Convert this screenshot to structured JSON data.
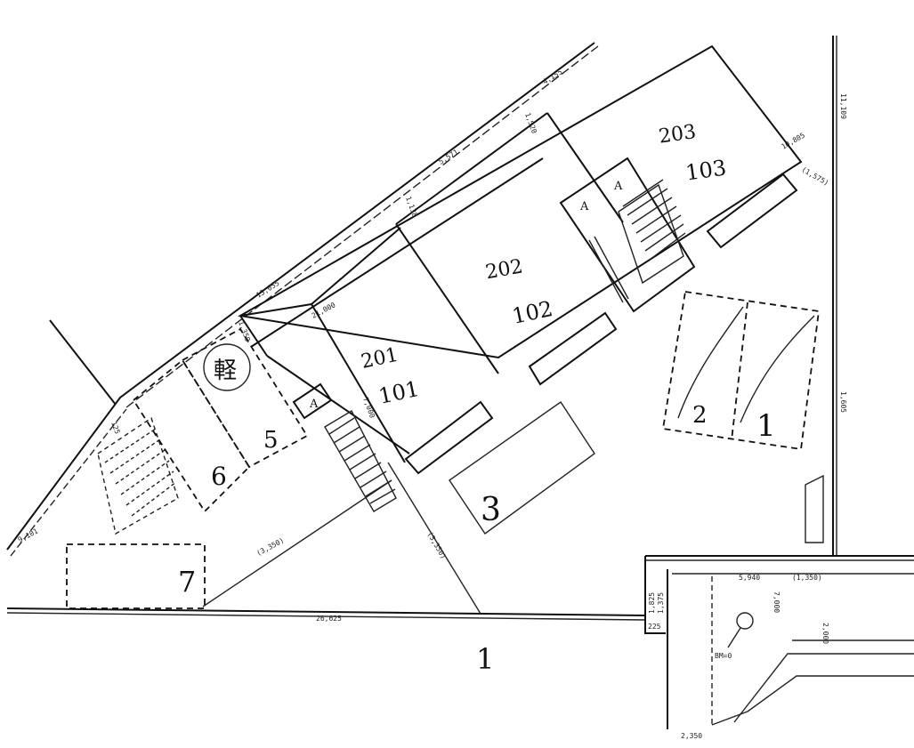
{
  "units": {
    "u203": {
      "upper": "203",
      "lower": "103"
    },
    "u202": {
      "upper": "202",
      "lower": "102"
    },
    "u201": {
      "upper": "201",
      "lower": "101"
    }
  },
  "parking": {
    "s1": "1",
    "s2": "2",
    "s3": "3",
    "s5": "5",
    "s6": "6",
    "s7": "7",
    "kei": "軽"
  },
  "road_number": "1",
  "stair_marks": [
    "A",
    "A",
    "A"
  ],
  "dimensions": {
    "d_top1": "5,571",
    "d_top2": "13,055",
    "d_top3": "4,155",
    "d_top_mid": "1,520",
    "d_small1": "1,138",
    "d_bldg_w": "21,000",
    "d_left_small": "1,350",
    "d_bldg_d": "7,000",
    "d_right_top": "10,805",
    "d_right_v": "11,109",
    "d_far_right": "(1,575)",
    "d_far_right2": "1,605",
    "d_left_edge": "9,101",
    "d_left_top": "125",
    "d_diag1": "(3,350)",
    "d_diag2": "(3,350)",
    "d_road": "26,625",
    "d_corner1": "225",
    "d_corner2": "1,825",
    "d_corner3": "1,375",
    "d_rp1": "5,940",
    "d_rp2": "(1,350)",
    "d_rp3": "7,000",
    "d_rp4": "2,000",
    "d_rp5": "2,350",
    "bm": "BM=0"
  }
}
